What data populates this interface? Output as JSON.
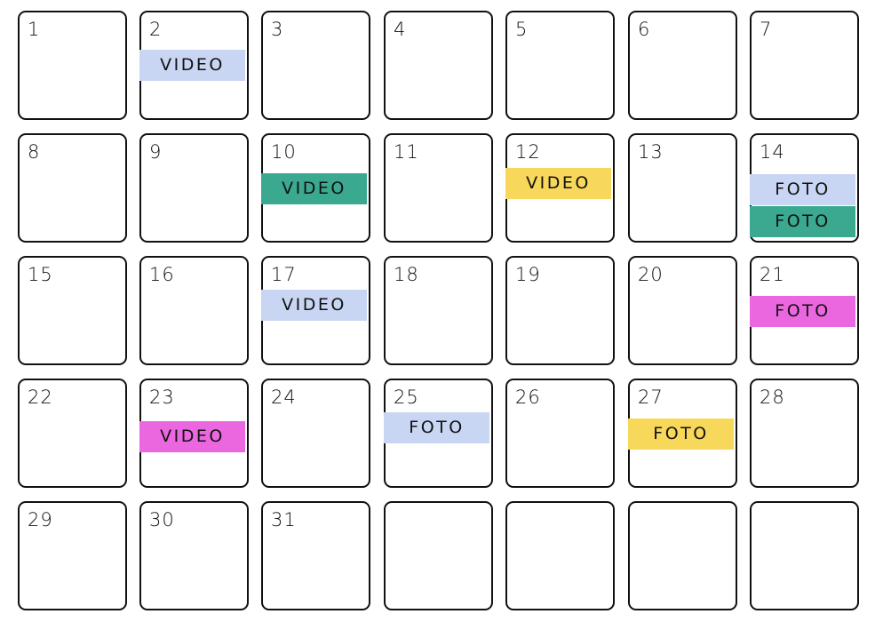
{
  "colors": {
    "border": "#111111",
    "light-blue": "#c9d6f3",
    "teal": "#3aa98f",
    "yellow": "#f8d85a",
    "pink": "#ea67e0"
  },
  "days": [
    {
      "num": "1",
      "tags": []
    },
    {
      "num": "2",
      "tags": [
        {
          "label": "VIDEO",
          "color": "#c9d6f3"
        }
      ]
    },
    {
      "num": "3",
      "tags": []
    },
    {
      "num": "4",
      "tags": []
    },
    {
      "num": "5",
      "tags": []
    },
    {
      "num": "6",
      "tags": []
    },
    {
      "num": "7",
      "tags": []
    },
    {
      "num": "8",
      "tags": []
    },
    {
      "num": "9",
      "tags": []
    },
    {
      "num": "10",
      "tags": [
        {
          "label": "VIDEO",
          "color": "#3aa98f"
        }
      ]
    },
    {
      "num": "11",
      "tags": []
    },
    {
      "num": "12",
      "tags": [
        {
          "label": "VIDEO",
          "color": "#f8d85a"
        }
      ]
    },
    {
      "num": "13",
      "tags": []
    },
    {
      "num": "14",
      "tags": [
        {
          "label": "FOTO",
          "color": "#c9d6f3"
        },
        {
          "label": "FOTO",
          "color": "#3aa98f"
        }
      ]
    },
    {
      "num": "15",
      "tags": []
    },
    {
      "num": "16",
      "tags": []
    },
    {
      "num": "17",
      "tags": [
        {
          "label": "VIDEO",
          "color": "#c9d6f3"
        }
      ]
    },
    {
      "num": "18",
      "tags": []
    },
    {
      "num": "19",
      "tags": []
    },
    {
      "num": "20",
      "tags": []
    },
    {
      "num": "21",
      "tags": [
        {
          "label": "FOTO",
          "color": "#ea67e0"
        }
      ]
    },
    {
      "num": "22",
      "tags": []
    },
    {
      "num": "23",
      "tags": [
        {
          "label": "VIDEO",
          "color": "#ea67e0"
        }
      ]
    },
    {
      "num": "24",
      "tags": []
    },
    {
      "num": "25",
      "tags": [
        {
          "label": "FOTO",
          "color": "#c9d6f3"
        }
      ]
    },
    {
      "num": "26",
      "tags": []
    },
    {
      "num": "27",
      "tags": [
        {
          "label": "FOTO",
          "color": "#f8d85a"
        }
      ]
    },
    {
      "num": "28",
      "tags": []
    },
    {
      "num": "29",
      "tags": []
    },
    {
      "num": "30",
      "tags": []
    },
    {
      "num": "31",
      "tags": []
    },
    {
      "num": "",
      "tags": []
    },
    {
      "num": "",
      "tags": []
    },
    {
      "num": "",
      "tags": []
    },
    {
      "num": "",
      "tags": []
    }
  ]
}
